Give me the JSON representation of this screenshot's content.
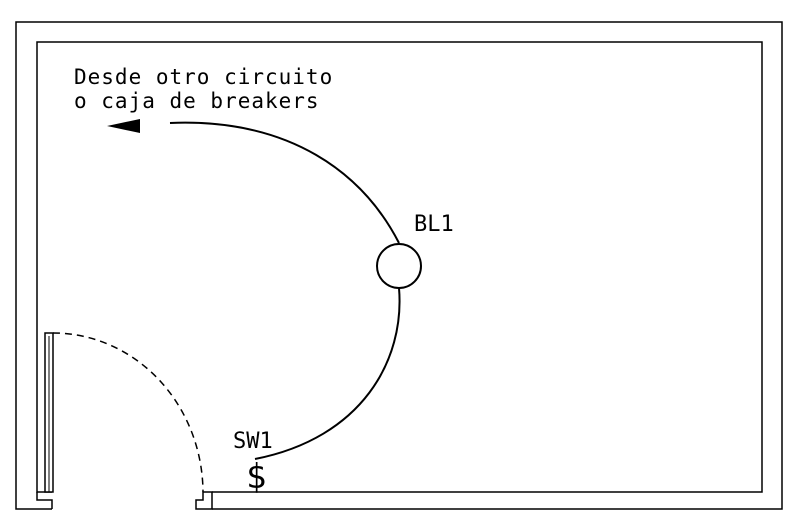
{
  "annotation": {
    "line1": "Desde otro circuito",
    "line2": "o caja de breakers"
  },
  "light": {
    "label": "BL1"
  },
  "switch": {
    "label": "SW1",
    "symbol": "$"
  },
  "colors": {
    "line": "#000000",
    "background": "#ffffff"
  }
}
